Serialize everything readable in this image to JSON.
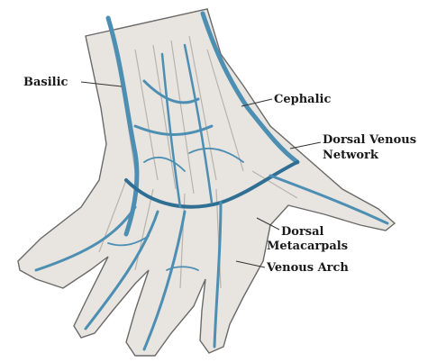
{
  "labels": {
    "basilic": "Basilic",
    "cephalic": "Cephalic",
    "dorsal_venous": "Dorsal Venous",
    "network": "Network",
    "dorsal": "Dorsal",
    "metacarpals": "Metacarpals",
    "venous_arch": "Venous Arch"
  },
  "colors": {
    "vein": "#4d8fb3",
    "vein_dark": "#2f6f94",
    "skin": "#e8e4df",
    "outline": "#6a6a6a",
    "tendon": "#b9b3ad"
  }
}
